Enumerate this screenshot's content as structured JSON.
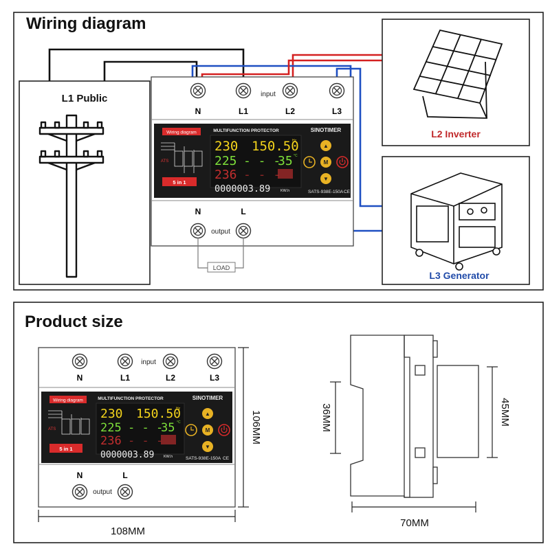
{
  "wiring": {
    "title": "Wiring diagram",
    "l1_label": "L1 Public",
    "l2_label": "L2 Inverter",
    "l3_label": "L3 Generator",
    "load_label": "LOAD"
  },
  "size": {
    "title": "Product size",
    "width": "108MM",
    "height": "106MM",
    "depth": "70MM",
    "side_left": "36MM",
    "side_right": "45MM"
  },
  "device": {
    "input_label": "input",
    "output_label": "output",
    "terminals_in": [
      "N",
      "L1",
      "L2",
      "L3"
    ],
    "terminals_out": [
      "N",
      "L"
    ],
    "panel_title": "MULTIFUNCTION PROTECTOR",
    "brand": "SINOTIMER",
    "wiring_badge": "Wiring diagram",
    "ats_label": "ATS",
    "mode_badge": "5 in 1",
    "model": "SATS-938E-150A",
    "ce_mark": "CE",
    "readings": {
      "voltage1": "230",
      "current1": "150.50",
      "voltage2": "225",
      "temp": "35",
      "voltage3": "236",
      "energy": "0000003.89",
      "energy_unit": "KW.h",
      "hz_unit": "Hz",
      "deg_unit": "°C"
    },
    "buttons": [
      "▲",
      "M",
      "▼"
    ]
  },
  "colors": {
    "wire_black": "#111111",
    "wire_red": "#d42020",
    "wire_blue": "#1e4fc2",
    "inverter_text": "#c0282a",
    "generator_text": "#1f4aa8",
    "lcd_yellow": "#f4d41c",
    "lcd_green": "#7ee03a",
    "lcd_red": "#e23434",
    "lcd_white": "#f2f2f2",
    "panel_bg": "#1a1a1a",
    "badge_red": "#d92b2b",
    "button_gold": "#e8b224"
  }
}
